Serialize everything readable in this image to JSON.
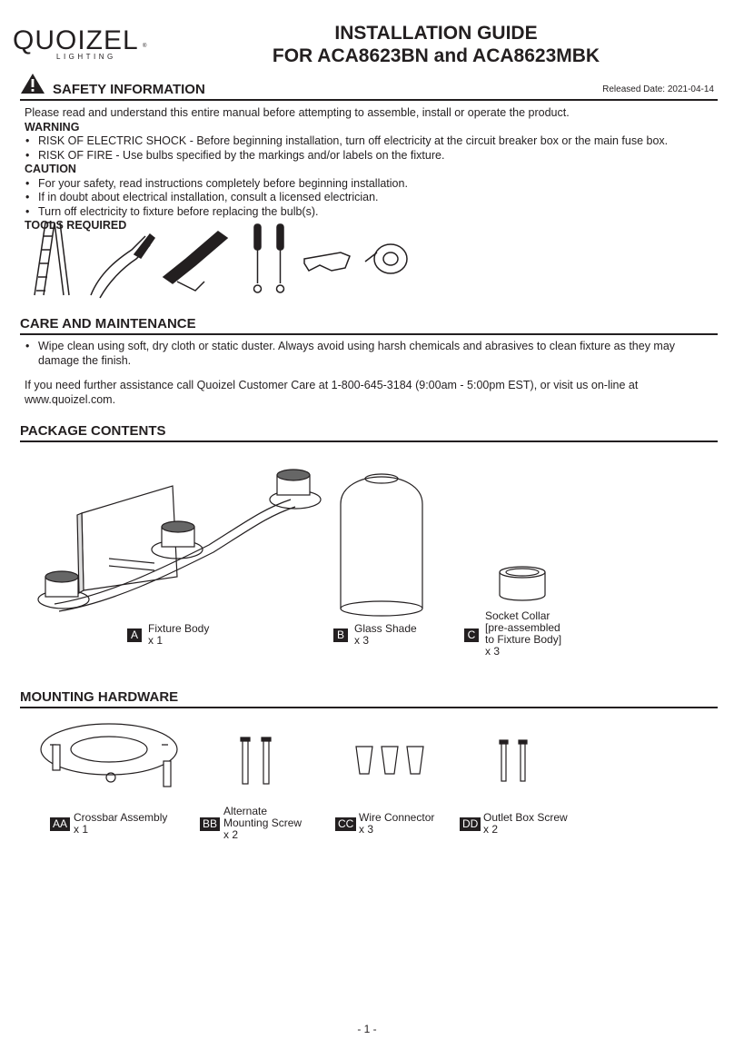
{
  "header": {
    "brand": "QUOIZEL",
    "brand_sub": "LIGHTING",
    "brand_mark": "®",
    "title_line1": "INSTALLATION GUIDE",
    "title_line2": "FOR ACA8623BN and ACA8623MBK"
  },
  "safety": {
    "heading": "SAFETY INFORMATION",
    "released": "Released Date: 2021-04-14",
    "intro": "Please read and understand this entire manual before attempting to assemble, install or operate the product.",
    "warning_label": "WARNING",
    "warnings": [
      "RISK OF ELECTRIC SHOCK - Before beginning installation, turn off electricity at the circuit breaker box or the main fuse box.",
      "RISK OF FIRE - Use bulbs specified by the markings and/or labels on the fixture."
    ],
    "caution_label": "CAUTION",
    "cautions": [
      "For your safety, read instructions completely before beginning installation.",
      "If in doubt about electrical installation, consult a licensed electrician.",
      "Turn off electricity to fixture before replacing the bulb(s)."
    ],
    "tools_label": "TOOLS REQUIRED"
  },
  "care": {
    "heading": "CARE AND MAINTENANCE",
    "bullet": "Wipe clean using soft, dry cloth or static duster. Always avoid using harsh chemicals and abrasives to clean fixture as they may damage the finish.",
    "assist_line1": "If you need further assistance call Quoizel Customer Care at 1-800-645-3184 (9:00am - 5:00pm EST), or visit us on-line at",
    "assist_line2": "www.quoizel.com."
  },
  "package": {
    "heading": "PACKAGE CONTENTS",
    "items": [
      {
        "code": "A",
        "name": "Fixture Body",
        "qty": "x 1"
      },
      {
        "code": "B",
        "name": "Glass Shade",
        "qty": "x 3"
      },
      {
        "code": "C",
        "name_l1": "Socket Collar",
        "name_l2": "[pre-assembled",
        "name_l3": "to Fixture Body]",
        "qty": "x 3"
      }
    ]
  },
  "hardware": {
    "heading": "MOUNTING HARDWARE",
    "items": [
      {
        "code": "AA",
        "name": "Crossbar Assembly",
        "qty": "x 1"
      },
      {
        "code": "BB",
        "name_l1": "Alternate",
        "name_l2": "Mounting Screw",
        "qty": "x 2"
      },
      {
        "code": "CC",
        "name": "Wire Connector",
        "qty": "x 3"
      },
      {
        "code": "DD",
        "name": "Outlet Box Screw",
        "qty": "x 2"
      }
    ]
  },
  "footer": {
    "page": "- 1 -"
  }
}
